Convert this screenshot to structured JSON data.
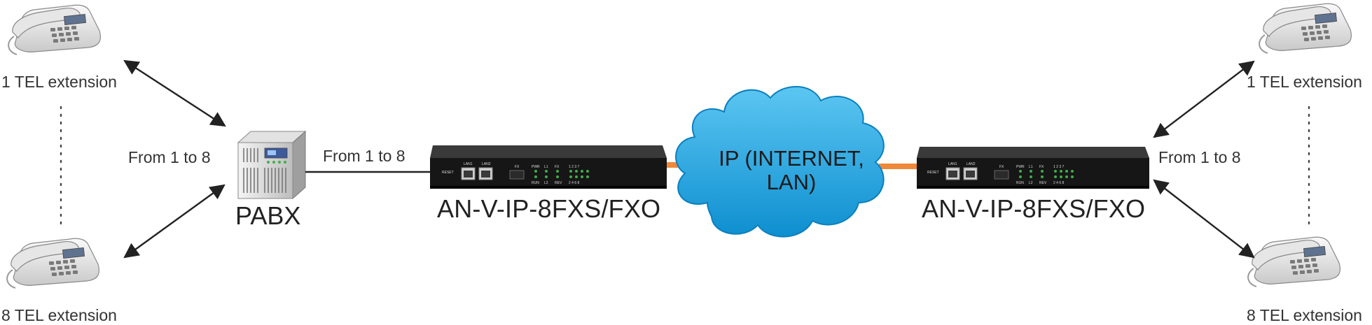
{
  "left": {
    "ext_top": "1 TEL extension",
    "ext_bottom": "8 TEL extension",
    "range": "From 1 to 8"
  },
  "pabx": {
    "label": "PABX"
  },
  "link_left": {
    "range": "From 1 to 8"
  },
  "gateway_left": {
    "label": "AN-V-IP-8FXS/FXO",
    "panel": {
      "reset": "RESET",
      "lan1": "LAN1",
      "lan2": "LAN2",
      "fx": "FX",
      "pwr": "PWR",
      "l1": "L1",
      "run": "RUN",
      "l2": "L2",
      "fx2": "FX",
      "rev": "REV",
      "ports_top": "1 2 3 7",
      "ports_bottom": "2 4 6 8"
    }
  },
  "cloud": {
    "line1": "IP (INTERNET,",
    "line2": "LAN)"
  },
  "gateway_right": {
    "label": "AN-V-IP-8FXS/FXO",
    "panel": {
      "reset": "RESET",
      "lan1": "LAN1",
      "lan2": "LAN2",
      "fx": "FX",
      "pwr": "PWR",
      "l1": "L1",
      "run": "RUN",
      "l2": "L2",
      "fx2": "FX",
      "rev": "REV",
      "ports_top": "1 2 3 7",
      "ports_bottom": "2 4 6 8"
    }
  },
  "right": {
    "ext_top": "1 TEL extension",
    "ext_bottom": "8 TEL extension",
    "range": "From 1 to 8"
  },
  "colors": {
    "cloud": "#1aa3e0",
    "uplink": "#f0883a",
    "device": "#1b1b1b"
  }
}
